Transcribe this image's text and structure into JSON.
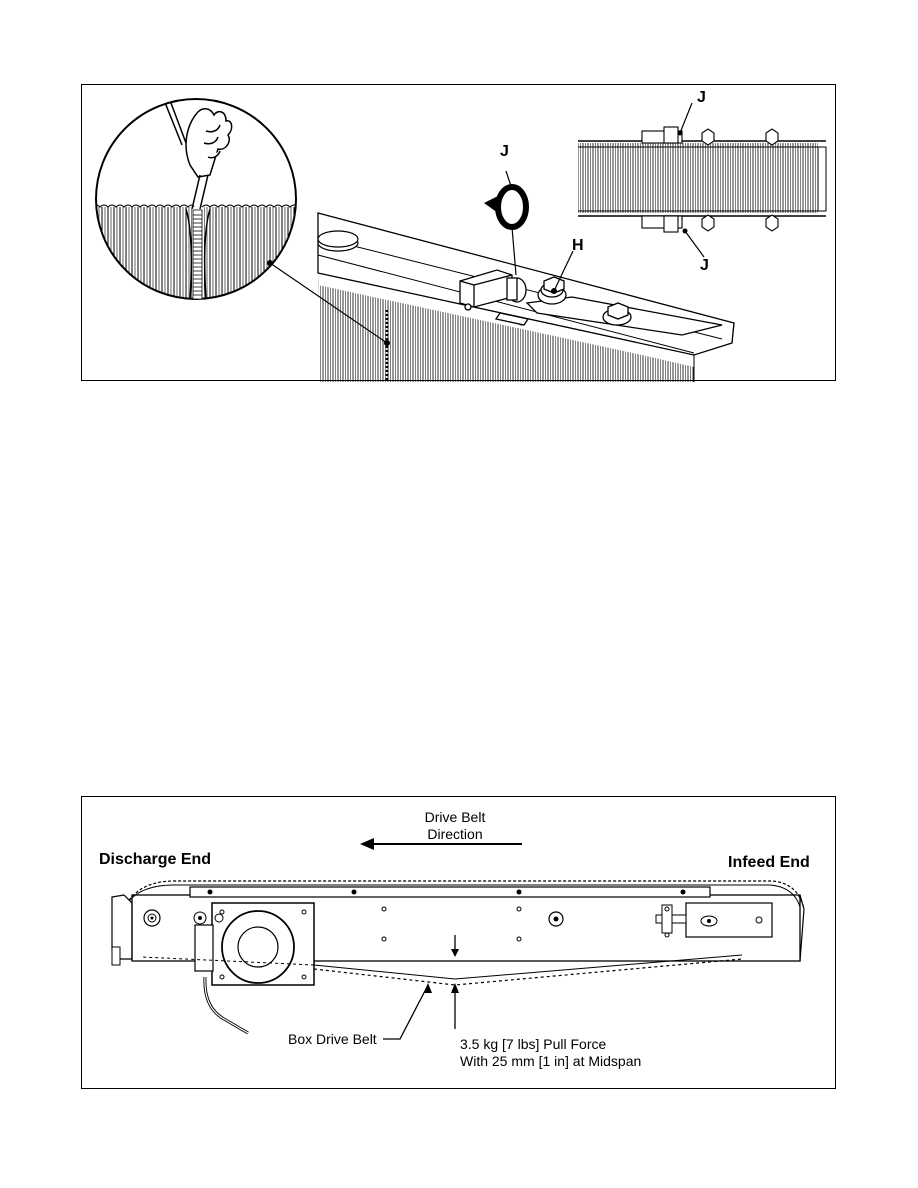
{
  "figure1": {
    "labels": {
      "j_top_center": "J",
      "h": "H",
      "j_inset_top": "J",
      "j_inset_bottom": "J"
    }
  },
  "figure2": {
    "direction_label_line1": "Drive Belt",
    "direction_label_line2": "Direction",
    "discharge_end": "Discharge End",
    "infeed_end": "Infeed End",
    "box_drive_belt": "Box Drive Belt",
    "pull_force_line1": "3.5 kg [7 lbs] Pull Force",
    "pull_force_line2": "With 25 mm [1 in] at Midspan"
  }
}
